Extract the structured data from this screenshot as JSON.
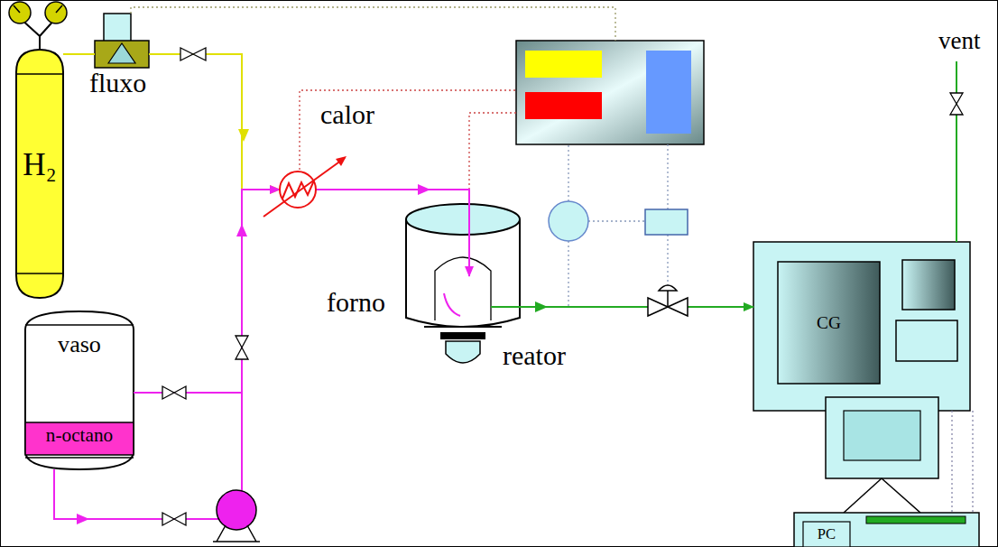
{
  "diagram": {
    "nodes": [
      {
        "text": [
          "H₂"
        ]
      },
      {
        "text": [
          "fluxo"
        ]
      },
      {
        "text": [
          "calor"
        ]
      },
      {
        "text": [
          "vaso",
          "n-octano"
        ]
      },
      {
        "text": [
          "forno"
        ]
      },
      {
        "text": [
          "reator"
        ],
        "in": 4
      },
      {
        "text": [
          "CG"
        ]
      },
      {
        "text": [
          "PC"
        ]
      }
    ],
    "edges": [
      {
        "from": 0,
        "to": 1,
        "arrow": "none"
      },
      {
        "from": 1,
        "to": 2,
        "arrow": "to"
      },
      {
        "from": 3,
        "to": 2,
        "arrow": "to"
      },
      {
        "from": 2,
        "to": 5,
        "arrow": "to"
      },
      {
        "from": 5,
        "to": 6,
        "arrow": "to"
      },
      {
        "from": 6,
        "to": 7,
        "arrow": "none"
      }
    ],
    "labels": [
      "vent"
    ]
  }
}
